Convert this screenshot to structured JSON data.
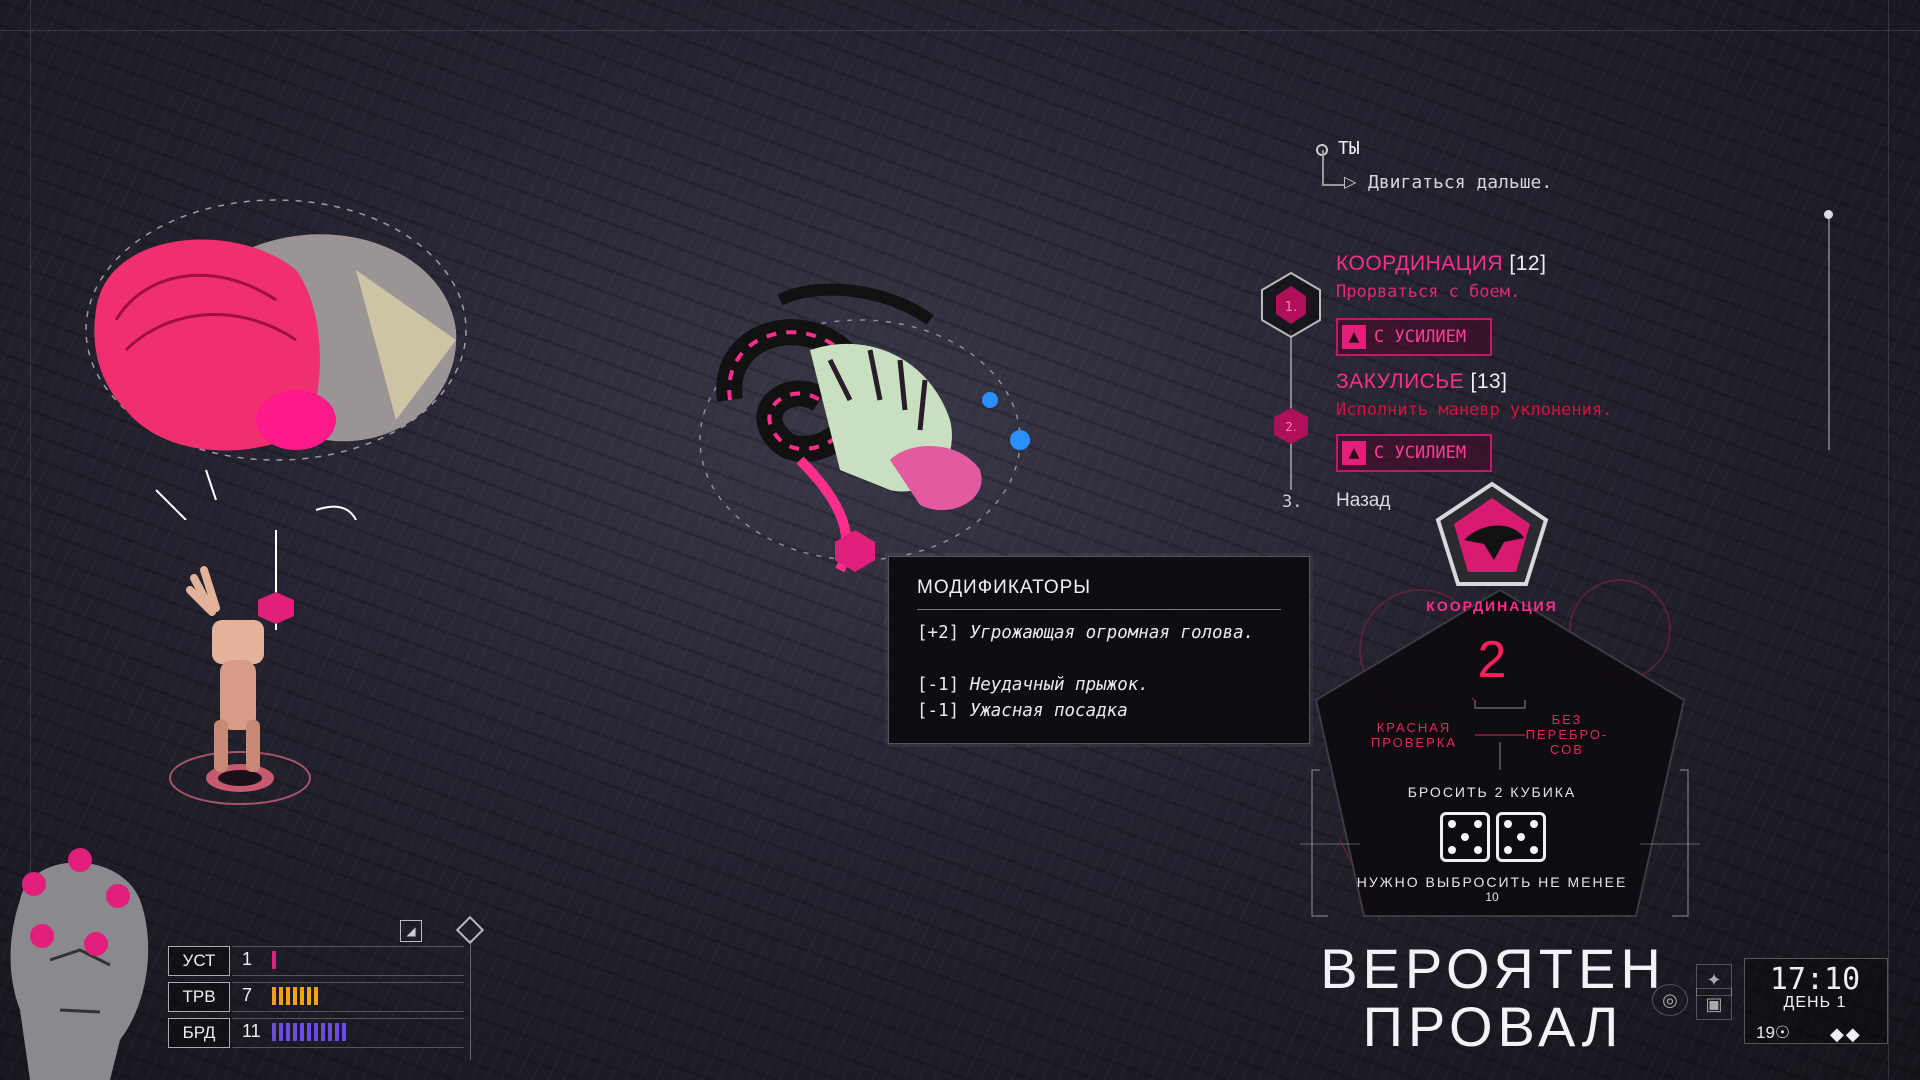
{
  "dialogue": {
    "speaker": "ТЫ",
    "previous_line": "Двигаться дальше.",
    "options": [
      {
        "number": "1.",
        "skill": "КООРДИНАЦИЯ",
        "difficulty": "[12]",
        "text": "Прорваться с боем.",
        "effort_label": "С УСИЛИЕМ"
      },
      {
        "number": "2.",
        "skill": "ЗАКУЛИСЬЕ",
        "difficulty": "[13]",
        "text": "Исполнить маневр уклонения.",
        "effort_label": "С УСИЛИЕМ"
      },
      {
        "number": "3.",
        "text": "Назад"
      }
    ]
  },
  "modifiers": {
    "title": "МОДИФИКАТОРЫ",
    "items": [
      {
        "value": "[+2]",
        "text": "Угрожающая огромная голова."
      },
      {
        "value": "[-1]",
        "text": "Неудачный прыжок."
      },
      {
        "value": "[-1]",
        "text": "Ужасная посадка"
      }
    ]
  },
  "check": {
    "skill": "КООРДИНАЦИЯ",
    "value": "2",
    "left_note": "КРАСНАЯ ПРОВЕРКА",
    "right_note": "БЕЗ ПЕРЕБРО-СОВ",
    "roll_label": "БРОСИТЬ 2 КУБИКА",
    "dice": [
      5,
      5
    ],
    "need_label": "НУЖНО ВЫБРОСИТЬ НЕ МЕНЕЕ",
    "need_value": "10",
    "verdict_line1": "ВЕРОЯТЕН",
    "verdict_line2": "ПРОВАЛ"
  },
  "stats": [
    {
      "name": "УСТ",
      "value": "1",
      "level": 1,
      "color": "#e0207a"
    },
    {
      "name": "ТРВ",
      "value": "7",
      "level": 7,
      "color": "#f2a21a"
    },
    {
      "name": "БРД",
      "value": "11",
      "level": 11,
      "color": "#6b4be0"
    }
  ],
  "status": {
    "time": "17:10",
    "day": "ДЕНЬ 1",
    "money": "19☉"
  },
  "colors": {
    "accent": "#ff2d8c",
    "red_check": "#ff1f5a",
    "background": "#1e1d26"
  }
}
